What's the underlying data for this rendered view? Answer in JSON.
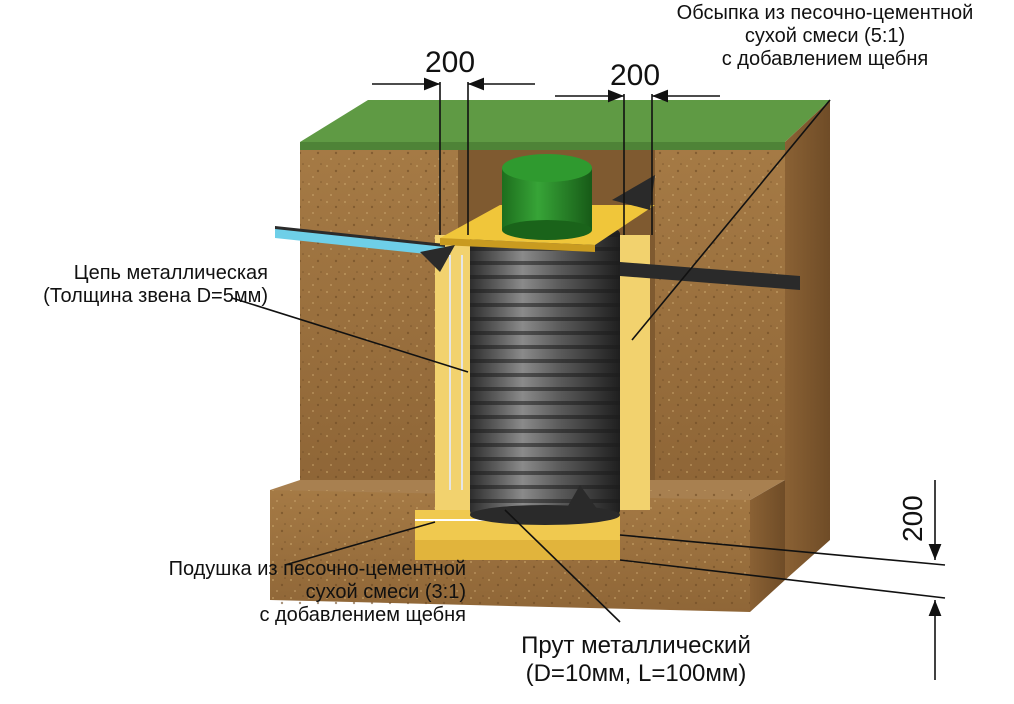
{
  "dimensions": {
    "left_gap": "200",
    "right_gap": "200",
    "bottom_layer": "200"
  },
  "labels": {
    "backfill": [
      "Обсыпка из песочно-цементной",
      "сухой смеси (5:1)",
      "с добавлением щебня"
    ],
    "chain": [
      "Цепь металлическая",
      "(Толщина звена D=5мм)"
    ],
    "cushion": [
      "Подушка из песочно-цементной",
      "сухой смеси (3:1)",
      "с добавлением щебня"
    ],
    "rod": [
      "Прут металлический",
      "(D=10мм, L=100мм)"
    ]
  },
  "colors": {
    "grass": "#5f9a44",
    "soil": "#9c7341",
    "backfill": "#f2d26e",
    "tank": "#4a4a4a",
    "cap": "#2e8b2e",
    "plate": "#f0c63a",
    "pipe": "#2a2a2a",
    "pipe_inlet": "#6ecfe8"
  }
}
